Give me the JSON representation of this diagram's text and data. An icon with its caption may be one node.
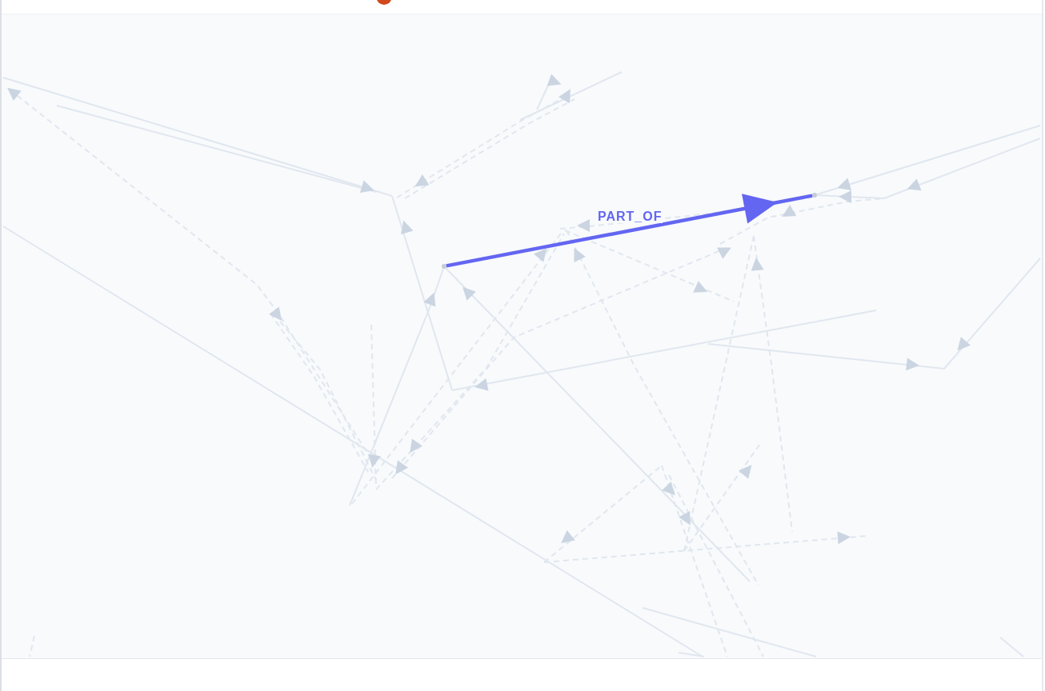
{
  "diagram": {
    "nodes": [
      {
        "text": [],
        "shape": "dot"
      },
      {
        "text": [],
        "shape": "dot"
      }
    ],
    "edges": [
      {
        "from": 0,
        "to": 1,
        "arrow": "to",
        "label": "PART_OF",
        "color": "#6366f1"
      }
    ]
  }
}
